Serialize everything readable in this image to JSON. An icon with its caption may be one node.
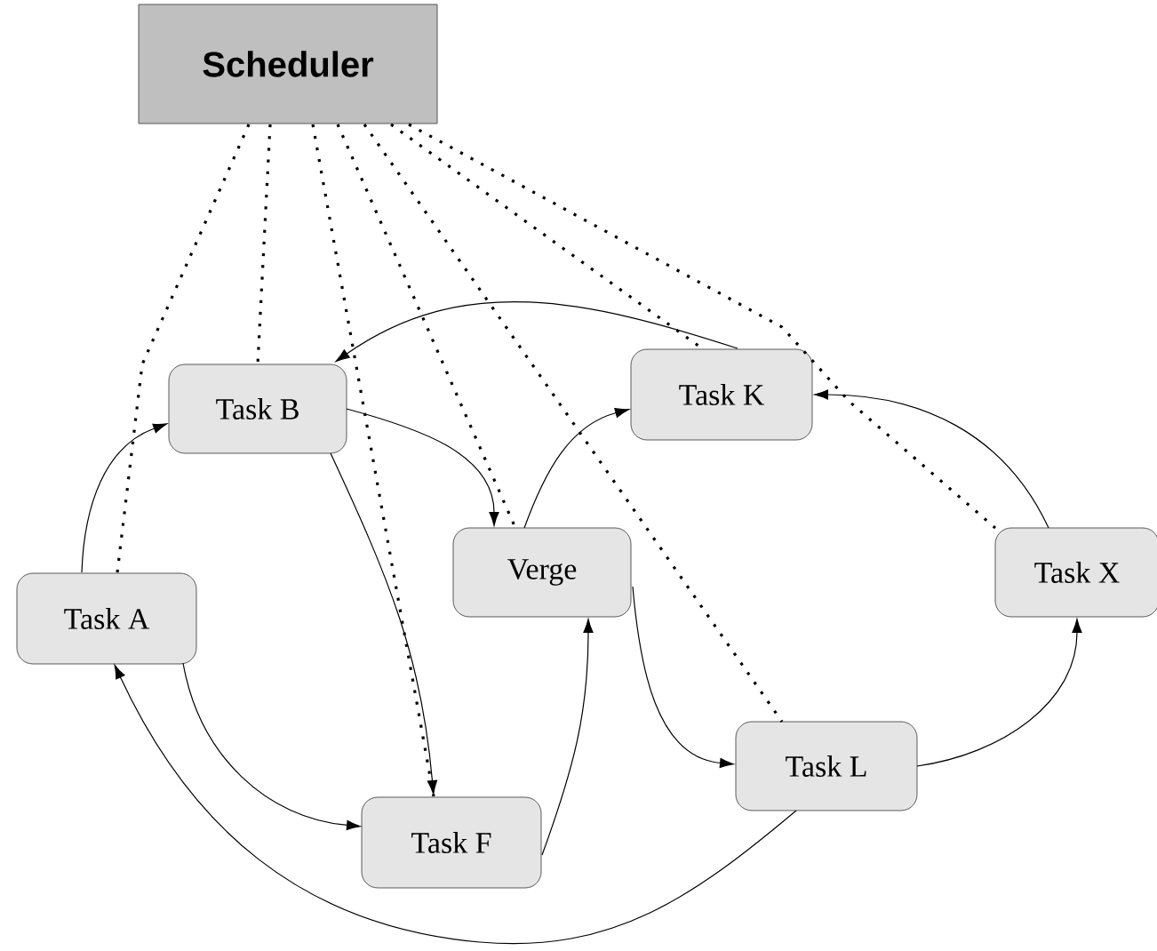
{
  "diagram": {
    "nodes": [
      {
        "text": [
          "Scheduler"
        ]
      },
      {
        "text": [
          "Task B"
        ]
      },
      {
        "text": [
          "Task K"
        ]
      },
      {
        "text": [
          "Task A"
        ]
      },
      {
        "text": [
          "Verge"
        ]
      },
      {
        "text": [
          "Task X"
        ]
      },
      {
        "text": [
          "Task L"
        ]
      },
      {
        "text": [
          "Task F"
        ]
      }
    ],
    "edges": [
      {
        "from": 0,
        "to": 3,
        "arrow": "none",
        "style": "dashed"
      },
      {
        "from": 0,
        "to": 1,
        "arrow": "none",
        "style": "dashed"
      },
      {
        "from": 0,
        "to": 7,
        "arrow": "none",
        "style": "dashed"
      },
      {
        "from": 0,
        "to": 4,
        "arrow": "none",
        "style": "dashed"
      },
      {
        "from": 0,
        "to": 6,
        "arrow": "none",
        "style": "dashed"
      },
      {
        "from": 0,
        "to": 2,
        "arrow": "none",
        "style": "dashed"
      },
      {
        "from": 0,
        "to": 5,
        "arrow": "none",
        "style": "dashed"
      },
      {
        "from": 3,
        "to": 1,
        "arrow": "to"
      },
      {
        "from": 1,
        "to": 4,
        "arrow": "to"
      },
      {
        "from": 1,
        "to": 7,
        "arrow": "to"
      },
      {
        "from": 2,
        "to": 1,
        "arrow": "to"
      },
      {
        "from": 4,
        "to": 2,
        "arrow": "to"
      },
      {
        "from": 3,
        "to": 7,
        "arrow": "to"
      },
      {
        "from": 7,
        "to": 4,
        "arrow": "to"
      },
      {
        "from": 4,
        "to": 6,
        "arrow": "to"
      },
      {
        "from": 6,
        "to": 5,
        "arrow": "to"
      },
      {
        "from": 5,
        "to": 2,
        "arrow": "to"
      },
      {
        "from": 6,
        "to": 3,
        "arrow": "to"
      }
    ]
  }
}
